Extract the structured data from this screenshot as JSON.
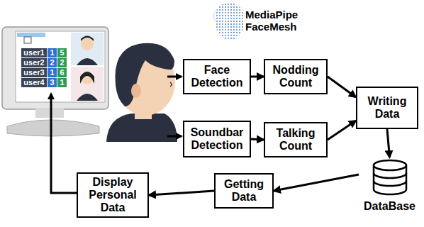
{
  "diagram": {
    "nodes": [
      {
        "text": [
          "Face Detection"
        ]
      },
      {
        "text": [
          "Nodding Count"
        ]
      },
      {
        "text": [
          "Soundbar Detection"
        ]
      },
      {
        "text": [
          "Talking Count"
        ]
      },
      {
        "text": [
          "Writing Data"
        ]
      },
      {
        "text": [
          "DataBase"
        ]
      },
      {
        "text": [
          "Getting Data"
        ]
      },
      {
        "text": [
          "Display Personal Data"
        ]
      }
    ],
    "edges": [
      {
        "from": 0,
        "to": 1,
        "arrow": "to"
      },
      {
        "from": 1,
        "to": 4,
        "arrow": "to"
      },
      {
        "from": 2,
        "to": 3,
        "arrow": "to"
      },
      {
        "from": 3,
        "to": 4,
        "arrow": "to"
      },
      {
        "from": 4,
        "to": 5,
        "arrow": "to"
      },
      {
        "from": 5,
        "to": 6,
        "arrow": "to"
      },
      {
        "from": 6,
        "to": 7,
        "arrow": "to"
      }
    ],
    "labels": [
      "MediaPipe FaceMesh",
      "user1",
      "1",
      "5",
      "user2",
      "2",
      "2",
      "user3",
      "1",
      "6",
      "user4",
      "3",
      "1"
    ]
  }
}
